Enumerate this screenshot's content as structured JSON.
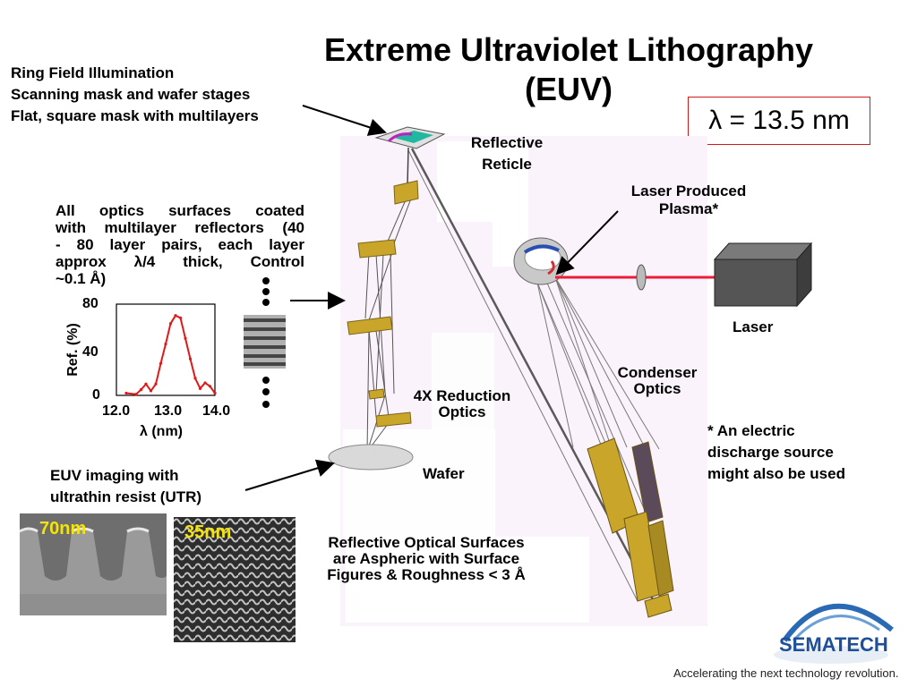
{
  "title_line1": "Extreme Ultraviolet Lithography",
  "title_line2": "(EUV)",
  "lambda_label": "λ = 13.5 nm",
  "ring_field": [
    "Ring Field Illumination",
    "Scanning mask and wafer stages",
    "Flat, square mask with multilayers"
  ],
  "optics_coated": {
    "lines": [
      "All optics surfaces coated",
      "with multilayer reflectors (40",
      "- 80 layer pairs, each layer",
      "approx λ/4 thick, Control"
    ],
    "last_line": "~0.1 Å)"
  },
  "reflective_reticle": [
    "Reflective",
    "Reticle"
  ],
  "laser_plasma": [
    "Laser Produced",
    "Plasma*"
  ],
  "laser": "Laser",
  "condenser": [
    "Condenser",
    "Optics"
  ],
  "reduction": [
    "4X Reduction",
    "Optics"
  ],
  "wafer": "Wafer",
  "electric_note": [
    "* An electric",
    "discharge source",
    "might also be used"
  ],
  "euv_imaging": [
    "EUV imaging with",
    "ultrathin resist (UTR)"
  ],
  "surfaces_note": [
    "Reflective Optical Surfaces",
    "are Aspheric with Surface",
    "Figures & Roughness < 3 Å"
  ],
  "sem_70": "70nm",
  "sem_35": "35nm",
  "logo_text": "SEMATECH",
  "tagline": "Accelerating the next technology revolution.",
  "chart_data": {
    "type": "line",
    "title": "",
    "xlabel": "λ (nm)",
    "ylabel": "Ref. (%)",
    "xlim": [
      12.0,
      14.0
    ],
    "ylim": [
      0,
      80
    ],
    "xticks": [
      "12.0",
      "13.0",
      "14.0"
    ],
    "yticks": [
      "0",
      "40",
      "80"
    ],
    "color": "#e01818",
    "series": [
      {
        "x": [
          12.2,
          12.4,
          12.5,
          12.6,
          12.7,
          12.8,
          12.9,
          13.0,
          13.1,
          13.2,
          13.3,
          13.4,
          13.5,
          13.6,
          13.7,
          13.8,
          13.9,
          14.0
        ],
        "y": [
          2,
          1,
          5,
          10,
          4,
          10,
          28,
          45,
          63,
          70,
          68,
          50,
          32,
          15,
          6,
          11,
          8,
          2
        ]
      }
    ]
  }
}
